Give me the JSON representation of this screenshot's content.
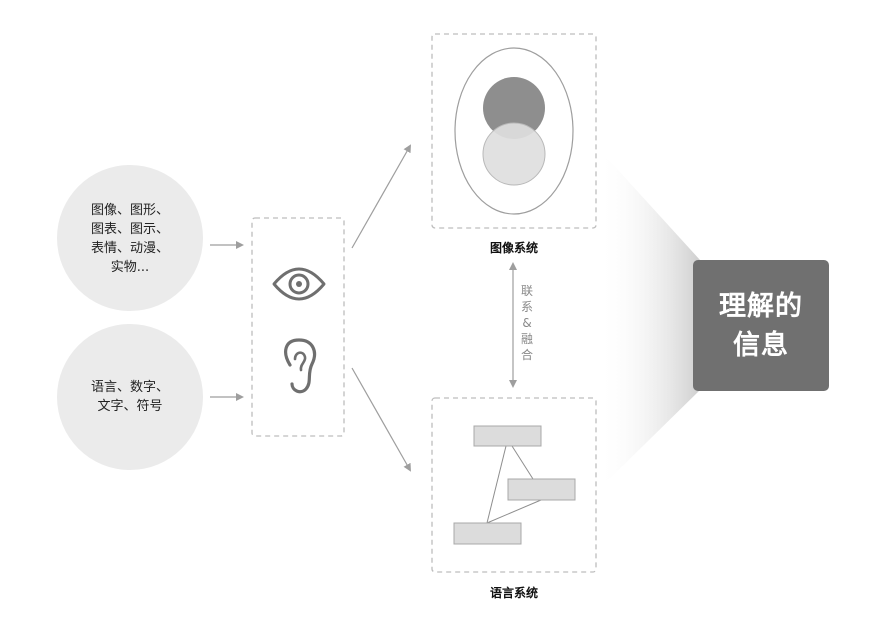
{
  "input_circles": [
    {
      "lines": [
        "图像、图形、",
        "图表、图示、",
        "表情、动漫、",
        "实物..."
      ]
    },
    {
      "lines": [
        "语言、数字、",
        "文字、符号"
      ]
    }
  ],
  "senses": {
    "icons": [
      "eye-icon",
      "ear-icon"
    ]
  },
  "image_system": {
    "caption": "图像系统"
  },
  "language_system": {
    "caption": "语言系统"
  },
  "link_label": {
    "chars": [
      "联",
      "系",
      "&",
      "融",
      "合"
    ]
  },
  "result": {
    "lines": [
      "理解的",
      "信息"
    ]
  },
  "colors": {
    "circle_fill": "#ebebeb",
    "result_fill": "#707070",
    "dashed_border": "#bdbdbd",
    "arrow": "#9e9e9e",
    "icon_stroke": "#6f6f6f"
  }
}
